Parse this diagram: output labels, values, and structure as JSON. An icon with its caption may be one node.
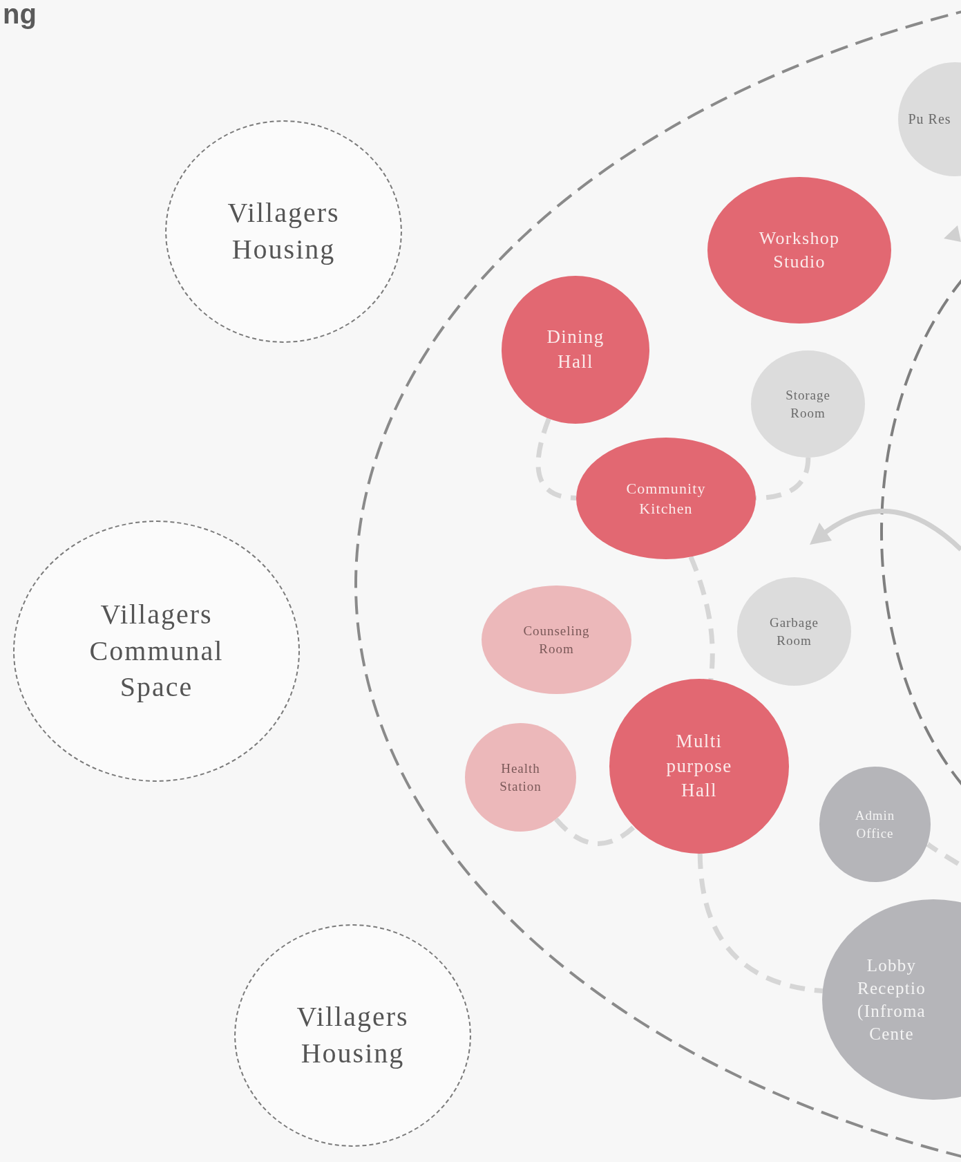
{
  "diagram": {
    "title": "ng",
    "nodes": [
      {
        "text": [
          "Villagers Housing"
        ]
      },
      {
        "text": [
          "Pu Res"
        ]
      },
      {
        "text": [
          "Workshop Studio"
        ]
      },
      {
        "text": [
          "Dining Hall"
        ]
      },
      {
        "text": [
          "Storage Room"
        ]
      },
      {
        "text": [
          "Community Kitchen"
        ]
      },
      {
        "text": [
          "Villagers Communal Space"
        ]
      },
      {
        "text": [
          "Counseling Room"
        ]
      },
      {
        "text": [
          "Garbage Room"
        ]
      },
      {
        "text": [
          "Health Station"
        ]
      },
      {
        "text": [
          "Multi purpose Hall"
        ]
      },
      {
        "text": [
          "Admin Office"
        ]
      },
      {
        "text": [
          "Lobby Receptio (Infroma Cente"
        ]
      },
      {
        "text": [
          "Villagers Housing"
        ]
      }
    ],
    "edges": [
      {
        "from": 3,
        "to": 5,
        "arrow": "none",
        "style": "dashed"
      },
      {
        "from": 4,
        "to": 5,
        "arrow": "none",
        "style": "dashed"
      },
      {
        "from": 5,
        "to": 10,
        "arrow": "none",
        "style": "dashed"
      },
      {
        "from": 9,
        "to": 10,
        "arrow": "none",
        "style": "dashed"
      },
      {
        "from": 10,
        "to": 12,
        "arrow": "none",
        "style": "dashed"
      },
      {
        "from": 11,
        "to": null,
        "arrow": "none",
        "style": "dashed"
      }
    ]
  }
}
